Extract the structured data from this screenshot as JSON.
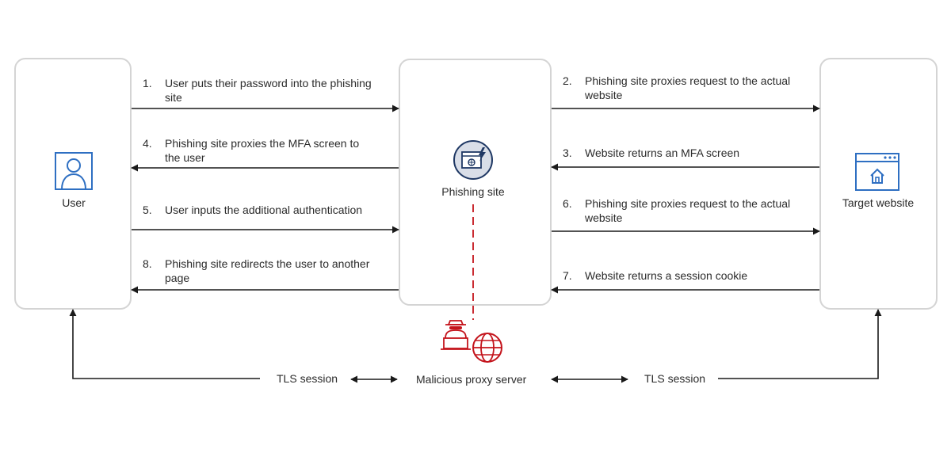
{
  "nodes": {
    "user": {
      "label": "User",
      "icon": "user-icon"
    },
    "phishing_site": {
      "label": "Phishing site",
      "icon": "phishing-browser-icon"
    },
    "target_website": {
      "label": "Target website",
      "icon": "website-home-icon"
    },
    "malicious_proxy": {
      "label": "Malicious proxy server",
      "icon": "hacker-globe-icon"
    }
  },
  "steps": [
    {
      "num": "1.",
      "text": "User puts their password into the phishing site",
      "from": "user",
      "to": "phishing_site"
    },
    {
      "num": "4.",
      "text": "Phishing site proxies the MFA screen to the user",
      "from": "phishing_site",
      "to": "user"
    },
    {
      "num": "5.",
      "text": "User inputs the additional authentication",
      "from": "user",
      "to": "phishing_site"
    },
    {
      "num": "8.",
      "text": "Phishing site redirects the user to another page",
      "from": "phishing_site",
      "to": "user"
    },
    {
      "num": "2.",
      "text": "Phishing site proxies request to the actual website",
      "from": "phishing_site",
      "to": "target_website"
    },
    {
      "num": "3.",
      "text": "Website returns an MFA screen",
      "from": "target_website",
      "to": "phishing_site"
    },
    {
      "num": "6.",
      "text": "Phishing site proxies request to the actual website",
      "from": "phishing_site",
      "to": "target_website"
    },
    {
      "num": "7.",
      "text": "Website returns a session cookie",
      "from": "target_website",
      "to": "phishing_site"
    }
  ],
  "tls": {
    "left_label": "TLS session",
    "right_label": "TLS session"
  },
  "colors": {
    "blue": "#2e6fc2",
    "red": "#c4141c",
    "line": "#1a1a1a",
    "box_border": "#d4d4d4"
  }
}
